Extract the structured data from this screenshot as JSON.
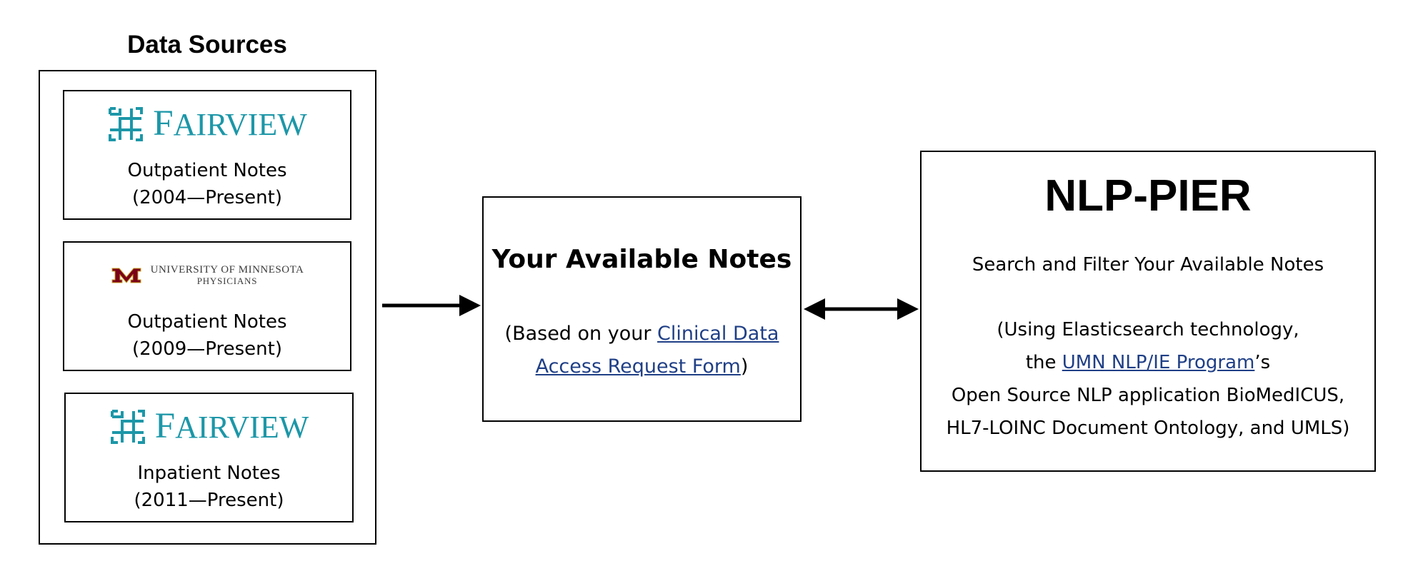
{
  "data_sources": {
    "heading": "Data Sources",
    "cards": [
      {
        "logo_icon": "fairview-logo",
        "logo_text_cap": "F",
        "logo_text_rest": "AIRVIEW",
        "notes_label": "Outpatient Notes",
        "date_range": "(2004—Present)"
      },
      {
        "logo_icon": "umn-physicians-logo",
        "logo_line1": "UNIVERSITY OF MINNESOTA",
        "logo_line2": "PHYSICIANS",
        "notes_label": "Outpatient Notes",
        "date_range": "(2009—Present)"
      },
      {
        "logo_icon": "fairview-logo",
        "logo_text_cap": "F",
        "logo_text_rest": "AIRVIEW",
        "notes_label": "Inpatient Notes",
        "date_range": "(2011—Present)"
      }
    ]
  },
  "available_notes": {
    "title": "Your Available Notes",
    "sub_prefix": "(Based on your ",
    "link_line1": "Clinical Data",
    "link_line2": "Access Request Form",
    "sub_suffix": ")"
  },
  "nlp_pier": {
    "title": "NLP-PIER",
    "subtitle": "Search and Filter Your Available Notes",
    "desc_line1": "(Using Elasticsearch technology,",
    "desc_line2_prefix": "the ",
    "desc_line2_link": "UMN NLP/IE Program",
    "desc_line2_suffix": "’s",
    "desc_line3": "Open Source NLP application BioMedICUS,",
    "desc_line4": "HL7-LOINC Document Ontology, and UMLS)"
  },
  "colors": {
    "fairview_teal": "#1c97a8",
    "umn_maroon": "#7a0019",
    "link_blue": "#1f3f86"
  }
}
